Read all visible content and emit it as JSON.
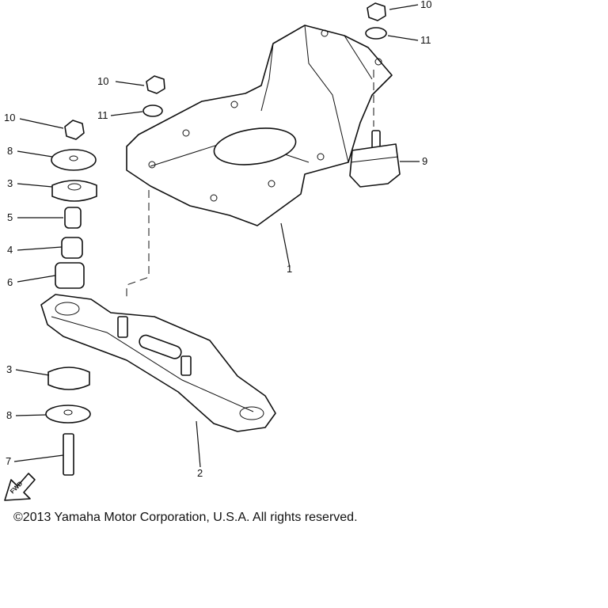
{
  "diagram": {
    "labels": {
      "nut_top_right": "10",
      "washer_top_right": "11",
      "nut_mid": "10",
      "washer_mid": "11",
      "nut_left": "10",
      "washer_8_upper": "8",
      "damper_3_upper": "3",
      "collar_5": "5",
      "bushing_4": "4",
      "bushing_6": "6",
      "mount_9": "9",
      "bracket_1": "1",
      "damper_3_lower": "3",
      "washer_8_lower": "8",
      "bolt_7": "7",
      "bracket_2": "2",
      "fwd_arrow": "FWD"
    }
  },
  "copyright": "©2013 Yamaha Motor Corporation, U.S.A. All rights reserved."
}
